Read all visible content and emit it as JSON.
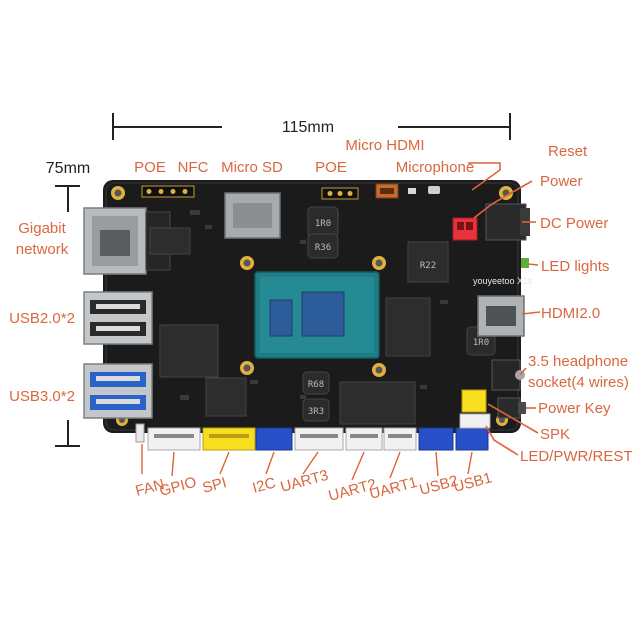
{
  "dimensions": {
    "width_label": "115mm",
    "height_label": "75mm"
  },
  "board": {
    "brand_text": "youyeetoo X1s",
    "chip_text": "R22",
    "inductor_texts": [
      "1R0",
      "R36",
      "R68",
      "3R3",
      "1R0"
    ]
  },
  "labels": {
    "poe_left": "POE",
    "nfc": "NFC",
    "micro_sd": "Micro SD",
    "poe_right": "POE",
    "micro_hdmi": "Micro HDMI",
    "microphone": "Microphone",
    "reset": "Reset",
    "power": "Power",
    "dc_power": "DC Power",
    "led_lights": "LED lights",
    "hdmi20": "HDMI2.0",
    "headphone_line1": "3.5 headphone",
    "headphone_line2": "socket(4 wires)",
    "power_key": "Power Key",
    "spk": "SPK",
    "led_pwr_rest": "LED/PWR/REST",
    "gigabit_line1": "Gigabit",
    "gigabit_line2": "network",
    "usb20": "USB2.0*2",
    "usb30": "USB3.0*2",
    "fan": "FAN",
    "gpio": "GPIO",
    "spi": "SPI",
    "i2c": "I2C",
    "uart3": "UART3",
    "uart2": "UART2",
    "uart1": "UART1",
    "usb2": "USB2",
    "usb1": "USB1"
  },
  "colors": {
    "label": "#d9673f",
    "pointer": "#e0623a",
    "pcb": "#1b1b1b",
    "soc": "#1f7d86",
    "die": "#2c5b9a",
    "connector_white": "#f1f1f1",
    "connector_yellow": "#f7de1e",
    "connector_blue": "#2750c8",
    "power_red": "#e8333b"
  }
}
